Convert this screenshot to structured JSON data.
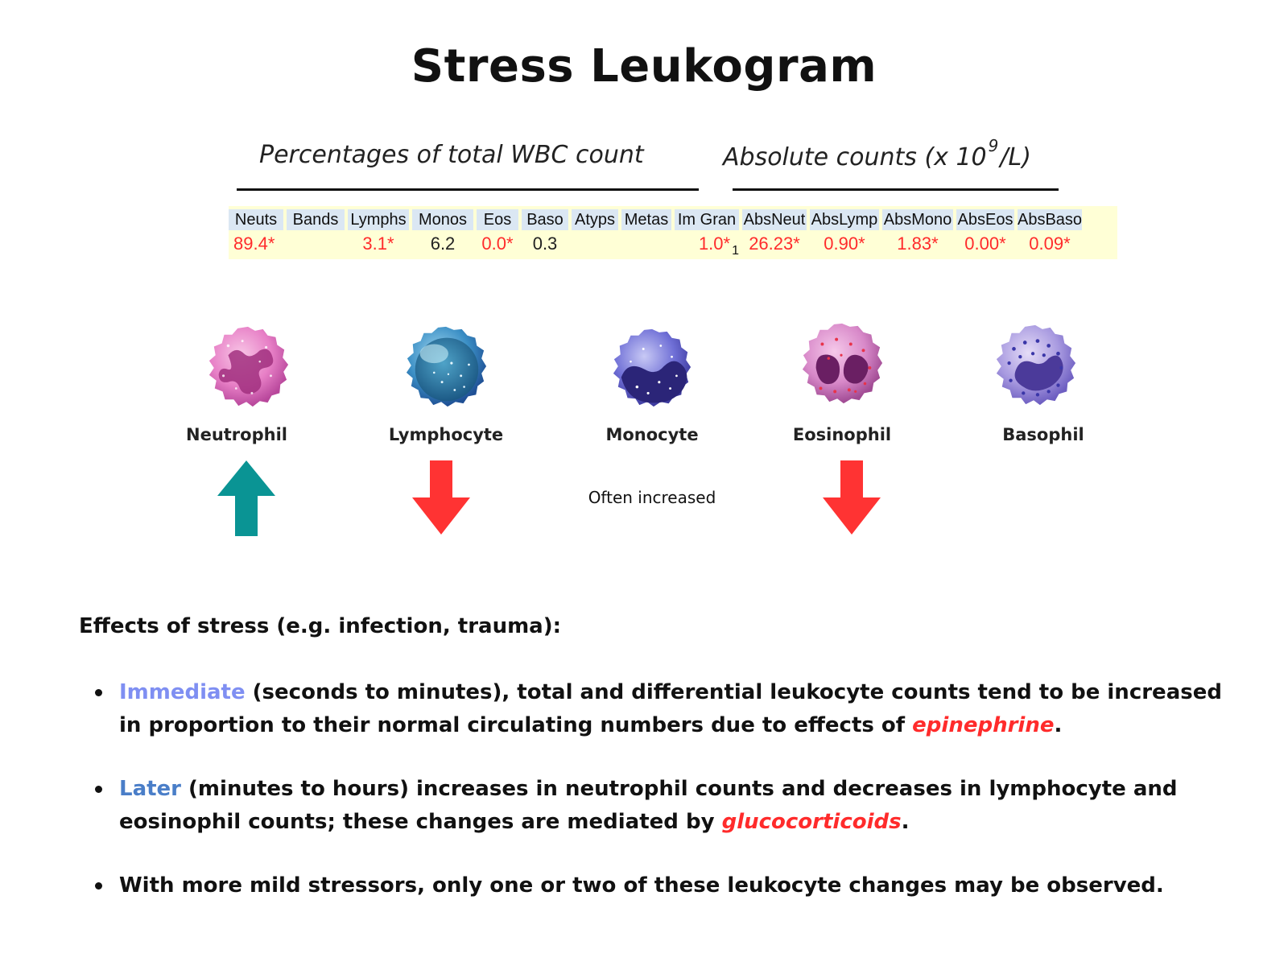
{
  "title": "Stress Leukogram",
  "subheadings": {
    "percentages": "Percentages of total WBC count",
    "absolute_prefix": "Absolute counts (x 10",
    "absolute_exp": "9",
    "absolute_suffix": "/L)"
  },
  "lab_table": {
    "headers": [
      "Neuts",
      "Bands",
      "Lymphs",
      "Monos",
      "Eos",
      "Baso",
      "Atyps",
      "Metas",
      "Im Gran",
      "AbsNeut",
      "AbsLymp",
      "AbsMono",
      "AbsEos",
      "AbsBaso"
    ],
    "values": [
      "89.4*",
      "",
      "3.1*",
      "6.2",
      "0.0*",
      "0.3",
      "",
      "",
      "1.0*",
      "26.23*",
      "0.90*",
      "1.83*",
      "0.00*",
      "0.09*"
    ],
    "im_gran_footnote": "1",
    "colors": {
      "abnormal": "#ff2b2b",
      "normal": "#222222",
      "header_bg": "#dbe7f3",
      "row_bg": "#ffffd6"
    }
  },
  "cells": [
    {
      "label": "Neutrophil",
      "icon": "neutrophil-cell-icon",
      "change": "up"
    },
    {
      "label": "Lymphocyte",
      "icon": "lymphocyte-cell-icon",
      "change": "down"
    },
    {
      "label": "Monocyte",
      "icon": "monocyte-cell-icon",
      "change": "note"
    },
    {
      "label": "Eosinophil",
      "icon": "eosinophil-cell-icon",
      "change": "down"
    },
    {
      "label": "Basophil",
      "icon": "basophil-cell-icon",
      "change": "none"
    }
  ],
  "monocyte_note": "Often increased",
  "arrow_colors": {
    "up": "#0a9494",
    "down": "#ff3333"
  },
  "effects": {
    "heading": "Effects of stress (e.g. infection, trauma):",
    "bullets": [
      {
        "keyword": "Immediate",
        "text_before": " (seconds to minutes), total and differential leukocyte counts tend to be increased in proportion to their normal circulating numbers due to effects of ",
        "hormone": "epinephrine",
        "text_after": "."
      },
      {
        "keyword": "Later",
        "text_before": " (minutes to hours) increases in neutrophil counts and decreases in lymphocyte and eosinophil counts; these changes are mediated by ",
        "hormone": "glucocorticoids",
        "text_after": "."
      },
      {
        "text": "With more mild stressors, only one or two of these leukocyte changes may be observed."
      }
    ]
  }
}
